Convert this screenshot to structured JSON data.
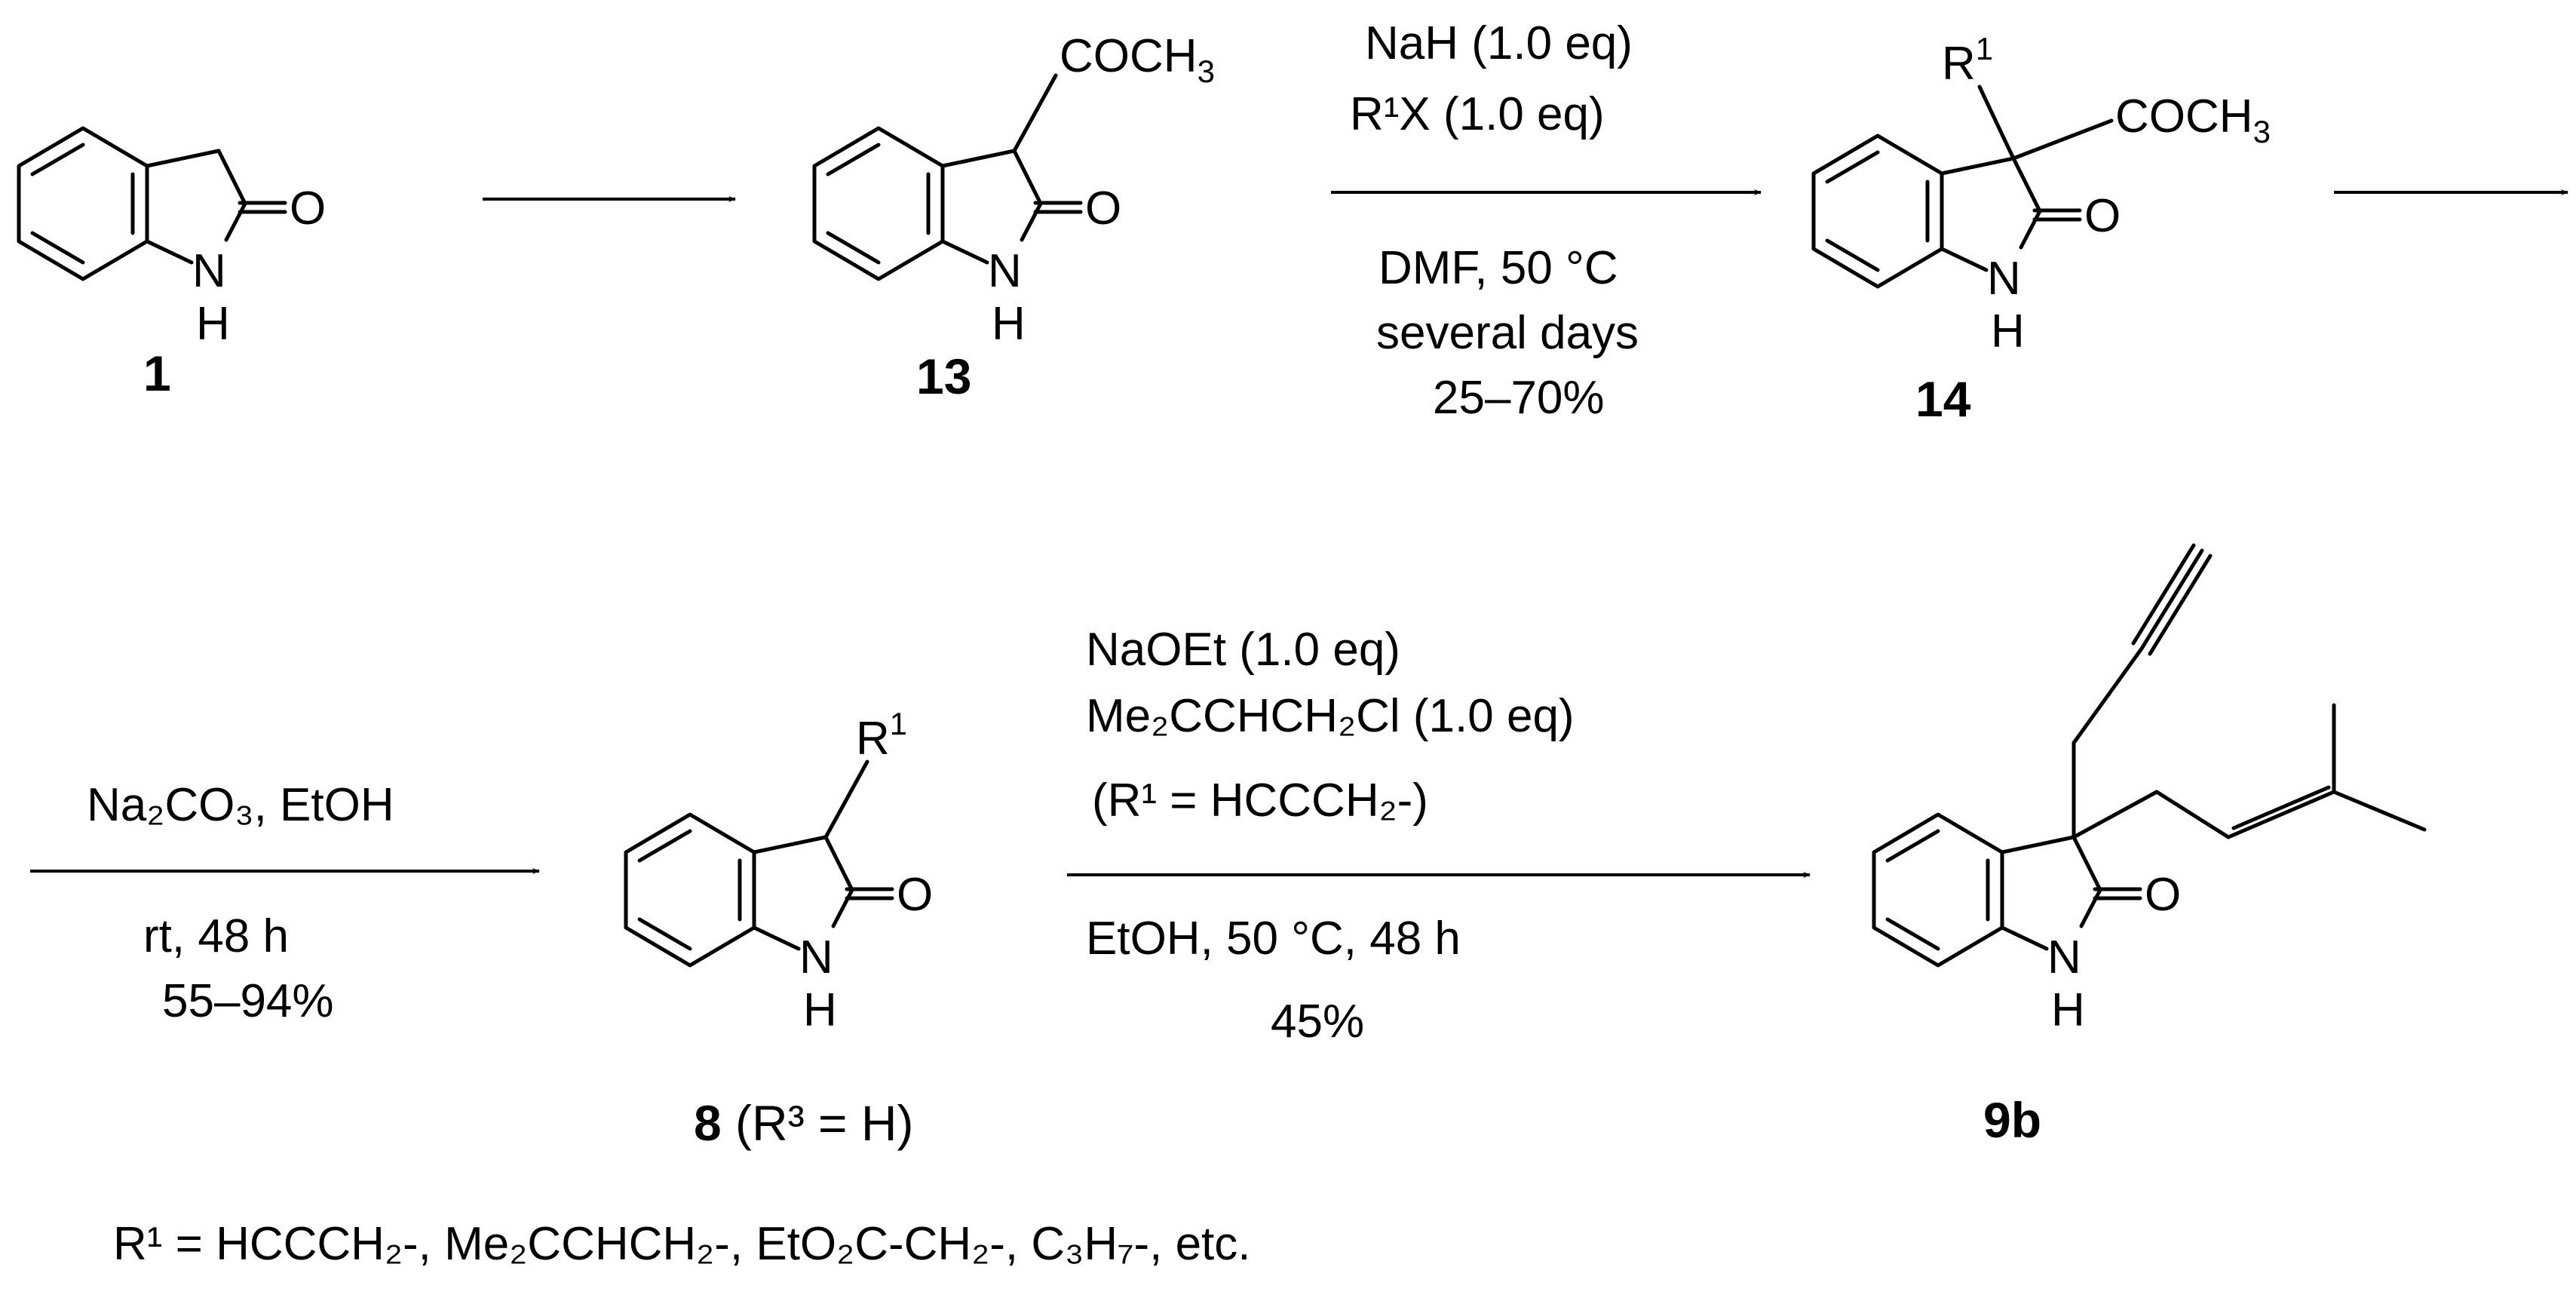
{
  "compounds": {
    "c1": {
      "label": "1",
      "suffix": ""
    },
    "c13": {
      "label": "13",
      "suffix": "",
      "substituent": "COCH3"
    },
    "c14": {
      "label": "14",
      "suffix": "",
      "substituents": [
        "R1",
        "COCH3"
      ]
    },
    "c8": {
      "label": "8",
      "suffix": " (R³ = H)",
      "substituents": [
        "R1"
      ]
    },
    "c9b": {
      "label": "9b",
      "suffix": ""
    }
  },
  "atoms": {
    "oxygen": "O",
    "nitrogen": "N",
    "hydrogen": "H",
    "r_group": "R",
    "r_index": "1"
  },
  "reactions": {
    "step1": {
      "above": [],
      "below": []
    },
    "step2": {
      "above": [
        "NaH (1.0 eq)",
        "R¹X (1.0 eq)"
      ],
      "below": [
        "DMF, 50 °C",
        "several days",
        "25–70%"
      ]
    },
    "step3": {
      "above": [
        "Na₂CO₃, EtOH"
      ],
      "below": [
        "rt, 48 h",
        "55–94%"
      ]
    },
    "step4": {
      "above": [
        "NaOEt (1.0 eq)",
        "Me₂CCHCH₂Cl (1.0 eq)",
        "(R¹ = HCCCH₂-)"
      ],
      "below": [
        "EtOH, 50 °C, 48 h",
        "45%"
      ]
    }
  },
  "footnote": "R¹ = HCCCH₂-, Me₂CCHCH₂-, EtO₂C-CH₂-, C₃H₇-, etc."
}
